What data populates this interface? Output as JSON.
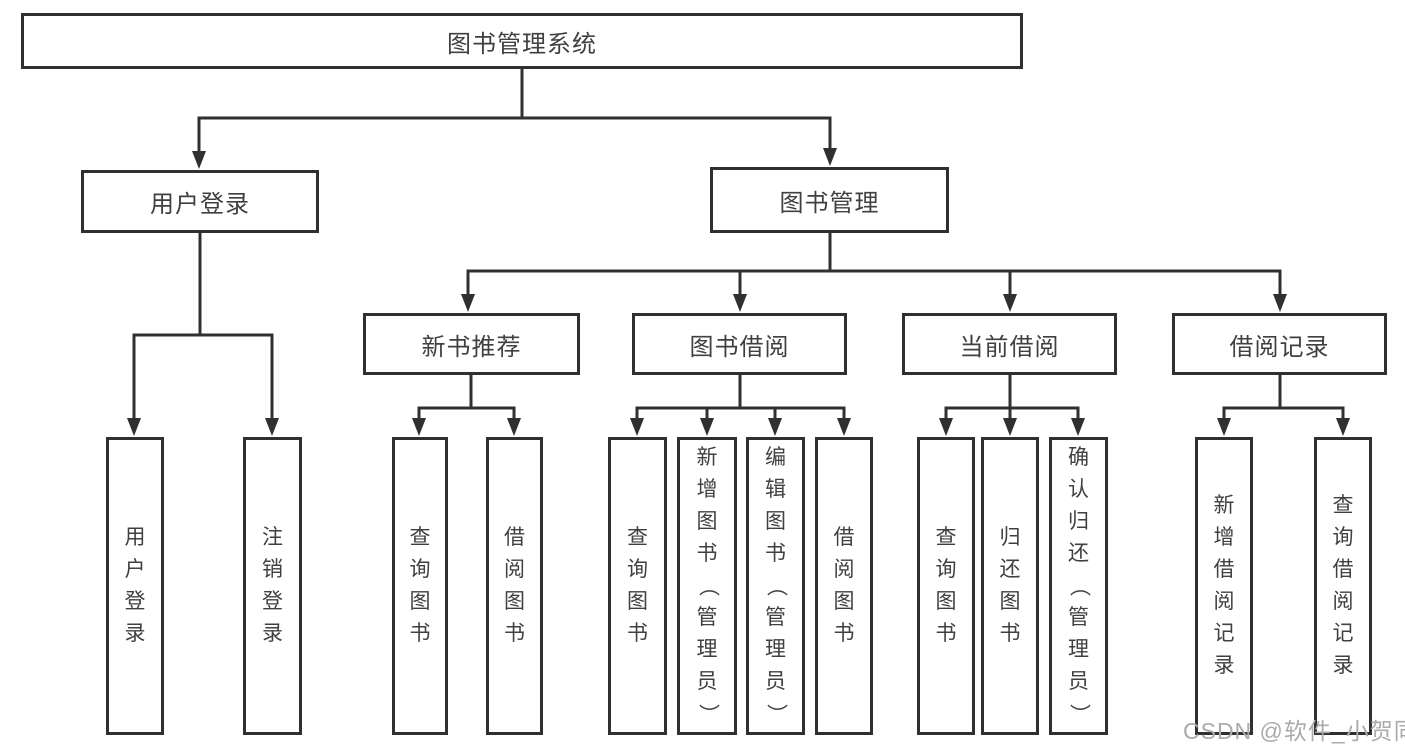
{
  "diagram": {
    "root": {
      "label": "图书管理系统"
    },
    "branches": [
      {
        "label": "用户登录",
        "children": [
          {
            "label": "用户登录"
          },
          {
            "label": "注销登录"
          }
        ]
      },
      {
        "label": "图书管理",
        "children": [
          {
            "label": "新书推荐",
            "children": [
              {
                "label": "查询图书"
              },
              {
                "label": "借阅图书"
              }
            ]
          },
          {
            "label": "图书借阅",
            "children": [
              {
                "label": "查询图书"
              },
              {
                "label": "新增图书（管理员）"
              },
              {
                "label": "编辑图书（管理员）"
              },
              {
                "label": "借阅图书"
              }
            ]
          },
          {
            "label": "当前借阅",
            "children": [
              {
                "label": "查询图书"
              },
              {
                "label": "归还图书"
              },
              {
                "label": "确认归还（管理员）"
              }
            ]
          },
          {
            "label": "借阅记录",
            "children": [
              {
                "label": "新增借阅记录"
              },
              {
                "label": "查询借阅记录"
              }
            ]
          }
        ]
      }
    ]
  },
  "watermark": {
    "text": "CSDN @软件_小贺同学"
  },
  "colors": {
    "line": "#303030",
    "text": "#404040",
    "background": "#ffffff",
    "watermark": "#ababab"
  }
}
